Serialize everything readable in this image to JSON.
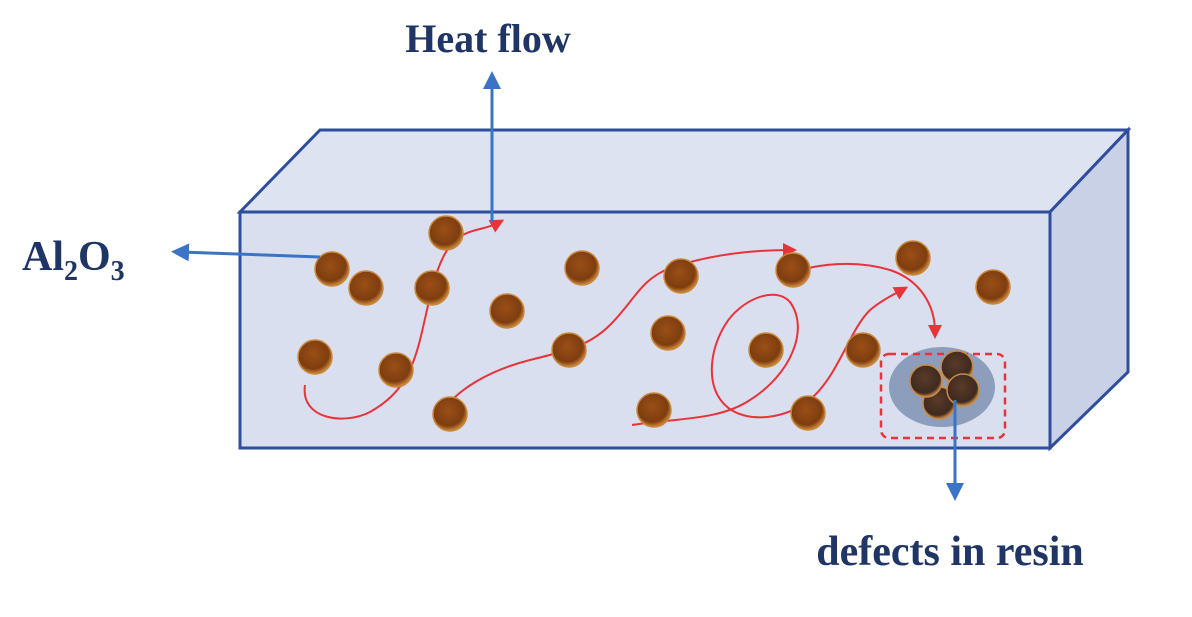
{
  "labels": {
    "heat_flow": "Heat flow",
    "defects": "defects in resin",
    "alumina": {
      "base1": "Al",
      "sub1": "2",
      "base2": "O",
      "sub2": "3"
    }
  },
  "colors": {
    "block_front": "#d9dfee",
    "block_top": "#dde3f0",
    "block_side": "#c9d1e6",
    "block_edge": "#2e4e9c",
    "particle_fill": "#8b4513",
    "particle_rim": "#c9873a",
    "defect_particle": "#4a3226",
    "defect_halo": "#7f93b3",
    "heat_path": "#e8333a",
    "pointer_arrow": "#3b73c6",
    "label_text": "#1f3566"
  },
  "icons": [
    "upward-arrow-icon",
    "left-arrow-icon",
    "down-arrow-icon"
  ]
}
